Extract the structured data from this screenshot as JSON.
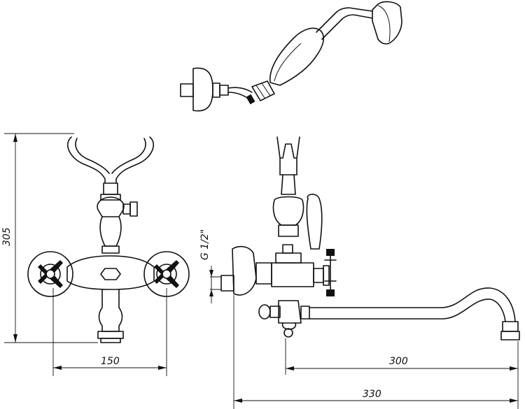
{
  "dimensions": {
    "height": "305",
    "width_center": "150",
    "spout_reach": "300",
    "total_reach": "330",
    "thread": "G 1/2\""
  },
  "colors": {
    "line": "#111111",
    "background": "#ffffff"
  }
}
